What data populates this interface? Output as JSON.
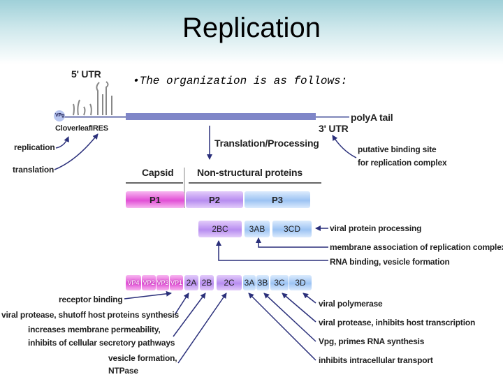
{
  "slide": {
    "title": "Replication",
    "bullet": "•The organization is as follows:"
  },
  "genome": {
    "utr5": "5' UTR",
    "vpg": "VPg",
    "cloverleaf": "Cloverleaf",
    "ires": "IRES",
    "utr3": "3' UTR",
    "polyA": "polyA tail",
    "replication": "replication",
    "translation": "translation",
    "translation_processing": "Translation/Processing",
    "binding_site_1": "putative binding site",
    "binding_site_2": "for replication complex"
  },
  "polyprotein": {
    "capsid": "Capsid",
    "nonstructural": "Non-structural proteins",
    "p1": "P1",
    "p2": "P2",
    "p3": "P3"
  },
  "precursors": {
    "items": [
      "2BC",
      "3AB",
      "3CD"
    ],
    "notes": [
      "viral protein processing",
      "membrane association of replication complex",
      "RNA binding, vesicle formation"
    ]
  },
  "mature": {
    "capsid": [
      "VP4",
      "VP2",
      "VP3",
      "VP1"
    ],
    "p2": [
      "2A",
      "2B",
      "2C"
    ],
    "p3": [
      "3A",
      "3B",
      "3C",
      "3D"
    ]
  },
  "left_notes": {
    "receptor": "receptor binding",
    "protease": "viral protease, shutoff host proteins synthesis",
    "membrane_1": "increases membrane permeability,",
    "membrane_2": "inhibits of cellular secretory pathways",
    "vesicle_1": "vesicle formation,",
    "vesicle_2": "NTPase"
  },
  "right_notes": {
    "polymerase": "viral polymerase",
    "protease": "viral protease, inhibits host transcription",
    "vpg": "Vpg, primes RNA synthesis",
    "transport": "inhibits intracellular transport"
  },
  "colors": {
    "capsid": "#e24fd6",
    "p2": "#b78df0",
    "p3": "#9cc3f3",
    "rna": "#7f86c8"
  }
}
